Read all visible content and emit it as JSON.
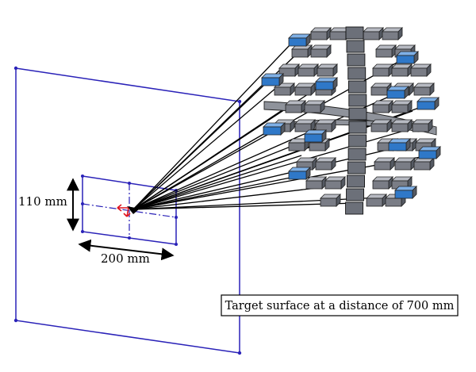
{
  "labels": {
    "height_dimension": "110 mm",
    "width_dimension": "200 mm",
    "caption": "Target surface at a distance of 700 mm"
  },
  "colors": {
    "target_outline": "#2a22b8",
    "rays": "#000000",
    "heliostat_grey": "#7a7d86",
    "heliostat_blue": "#2f78c8",
    "axis_marker": "#e0141e"
  }
}
